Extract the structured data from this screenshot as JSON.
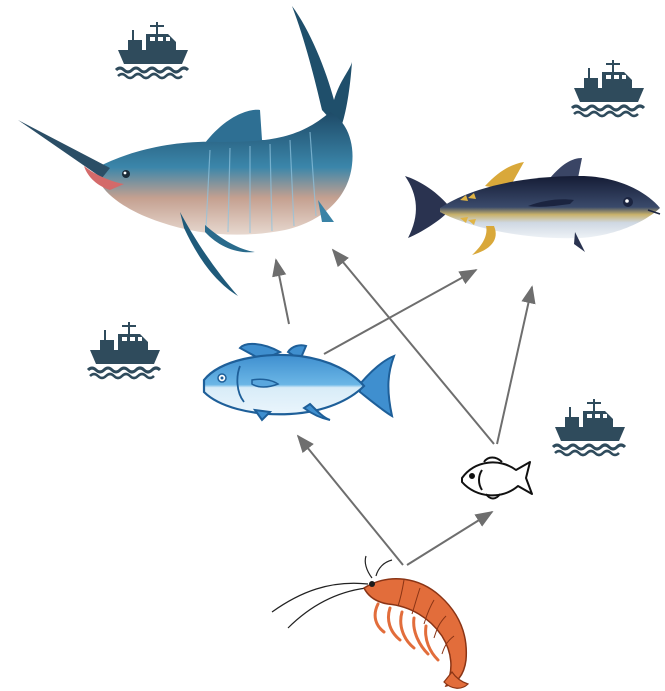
{
  "colors": {
    "arrow": "#6e6e6e",
    "boat": "#2f4b5c",
    "marlin_dark": "#1f4f6b",
    "marlin_mid": "#3a83a6",
    "marlin_belly": "#c9a795",
    "tuna_big_dark": "#1b2440",
    "tuna_big_belly": "#b9c6d4",
    "tuna_big_fin": "#d9a83a",
    "small_tuna_body": "#5aa7de",
    "small_tuna_belly": "#d8ecf8",
    "shrimp": "#e26d3b",
    "small_fish_outline": "#111111"
  },
  "nodes": [
    {
      "id": "marlin",
      "icon": "marlin-icon"
    },
    {
      "id": "bluefin-tuna",
      "icon": "bluefin-tuna-icon"
    },
    {
      "id": "small-tuna",
      "icon": "small-tuna-icon"
    },
    {
      "id": "small-fish",
      "icon": "small-fish-icon"
    },
    {
      "id": "shrimp",
      "icon": "shrimp-icon"
    }
  ],
  "boats": [
    {
      "icon": "fishing-boat-icon"
    },
    {
      "icon": "fishing-boat-icon"
    },
    {
      "icon": "fishing-boat-icon"
    },
    {
      "icon": "fishing-boat-icon"
    }
  ],
  "edges": [
    {
      "from": "shrimp",
      "to": "small-tuna"
    },
    {
      "from": "shrimp",
      "to": "small-fish"
    },
    {
      "from": "small-tuna",
      "to": "marlin"
    },
    {
      "from": "small-tuna",
      "to": "bluefin-tuna"
    },
    {
      "from": "small-fish",
      "to": "marlin"
    },
    {
      "from": "small-fish",
      "to": "bluefin-tuna"
    }
  ]
}
